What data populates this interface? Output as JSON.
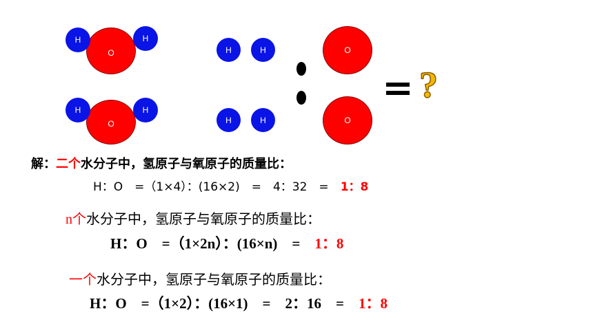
{
  "atoms": {
    "h": "H",
    "o": "O"
  },
  "operators": {
    "equals": "=",
    "question": "?"
  },
  "line1": {
    "prefix": "解：",
    "red": "二个",
    "rest": "水分子中，氢原子与氧原子的质量比：",
    "formula": "H：O　=（1×4）：(16×2)　=　4：32　=　",
    "answer": "1：8"
  },
  "line2": {
    "red": "n个",
    "rest": "水分子中，氢原子与氧原子的质量比：",
    "formula": "H：O　=（1×2n）：(16×n)　=　",
    "answer": "1：8"
  },
  "line3": {
    "red": "一个",
    "rest": "水分子中，氢原子与氧原子的质量比：",
    "formula": "H：O　=（1×2）：(16×1)　=　2：16　=　",
    "answer": "1：8"
  },
  "colors": {
    "hydrogen": "#0a14e6",
    "oxygen": "#ff0000",
    "highlight": "#ff0000",
    "question": "#f5b800"
  }
}
